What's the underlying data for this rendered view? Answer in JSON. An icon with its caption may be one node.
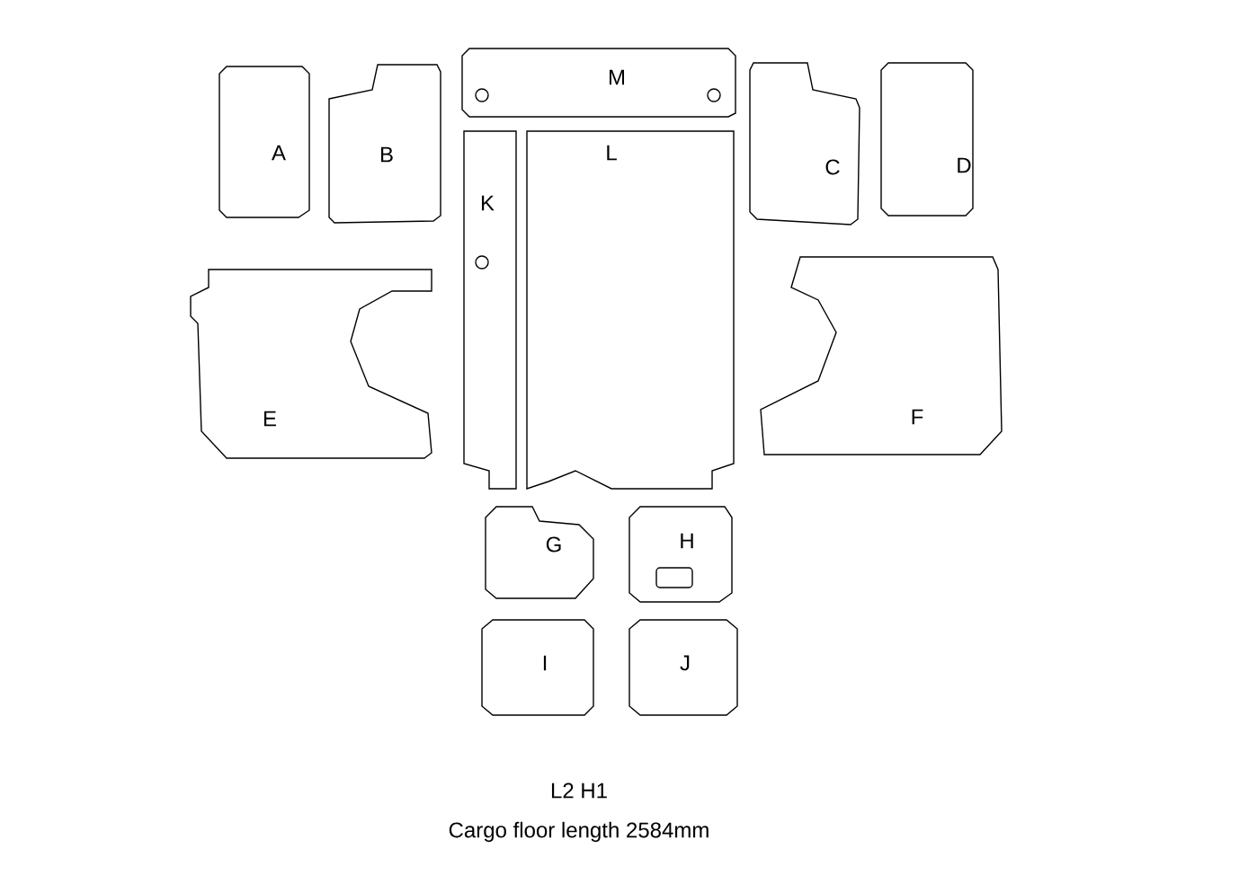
{
  "diagram": {
    "nodes": [
      {
        "text": [
          "A"
        ]
      },
      {
        "text": [
          "B"
        ]
      },
      {
        "text": [
          "M"
        ]
      },
      {
        "text": [
          "C"
        ]
      },
      {
        "text": [
          "D"
        ]
      },
      {
        "text": [
          "K"
        ]
      },
      {
        "text": [
          "L"
        ]
      },
      {
        "text": [
          "E"
        ]
      },
      {
        "text": [
          "F"
        ]
      },
      {
        "text": [
          "G"
        ]
      },
      {
        "text": [
          "H"
        ]
      },
      {
        "text": [
          "I"
        ]
      },
      {
        "text": [
          "J"
        ]
      }
    ],
    "labels": [
      "L2 H1",
      "Cargo floor length 2584mm"
    ]
  }
}
